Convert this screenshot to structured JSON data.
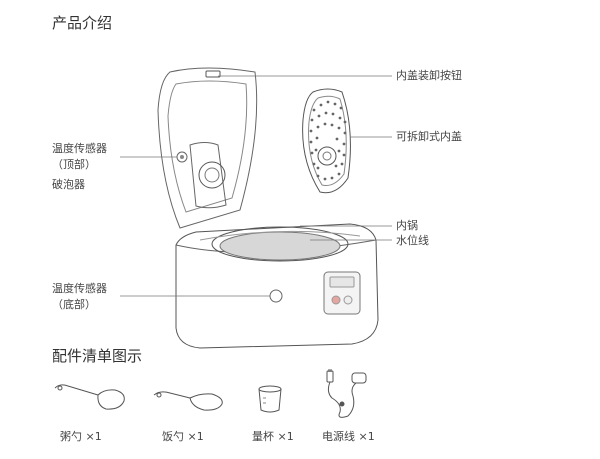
{
  "section_product": {
    "title": "产品介绍"
  },
  "callouts": {
    "inner_lid_button": "内盖装卸按钮",
    "removable_inner_lid": "可拆卸式内盖",
    "inner_pot": "内锅",
    "water_line": "水位线",
    "temp_sensor_top": "温度传感器",
    "temp_sensor_top_sub": "（顶部）",
    "bubble_breaker": "破泡器",
    "temp_sensor_bottom": "温度传感器",
    "temp_sensor_bottom_sub": "（底部）"
  },
  "section_accessories": {
    "title": "配件清单图示"
  },
  "accessories": [
    {
      "label": "粥勺 ×1",
      "icon": "porridge-ladle-icon"
    },
    {
      "label": "饭勺 ×1",
      "icon": "rice-spatula-icon"
    },
    {
      "label": "量杯 ×1",
      "icon": "measuring-cup-icon"
    },
    {
      "label": "电源线 ×1",
      "icon": "power-cord-icon"
    }
  ]
}
